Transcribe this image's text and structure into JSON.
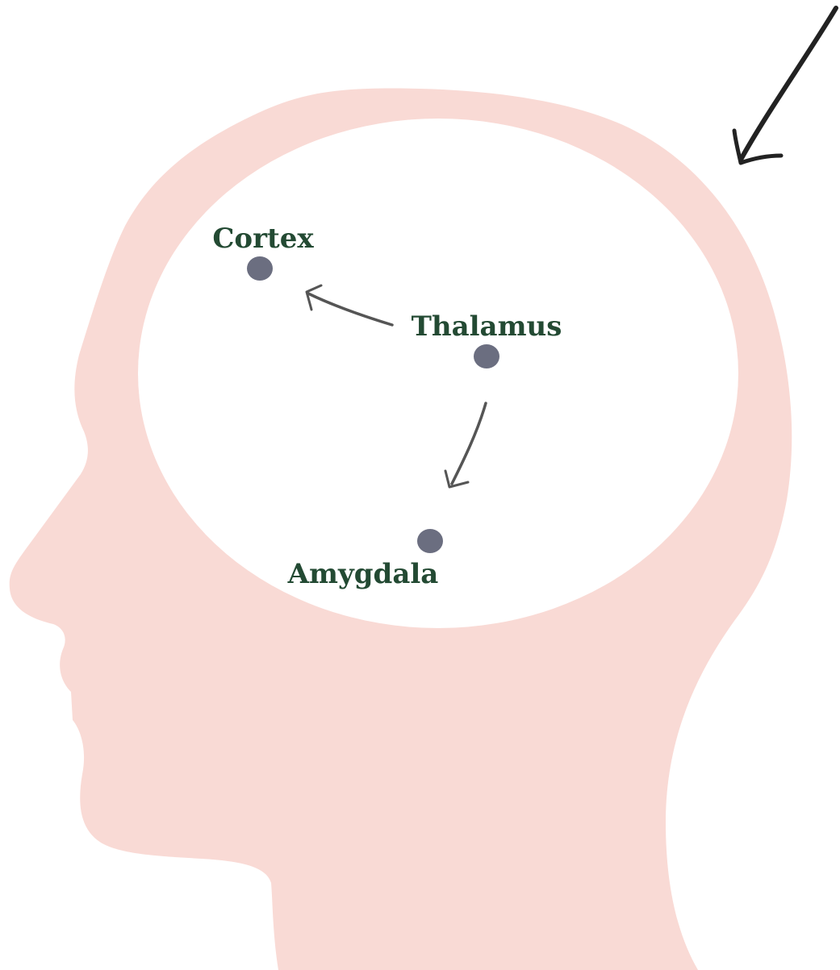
{
  "diagram": {
    "colors": {
      "head": "#f9dad5",
      "brain_area": "#ffffff",
      "dot": "#6b6e80",
      "label": "#234a33",
      "inner_arrow": "#555555",
      "pointer_arrow": "#222222"
    },
    "nodes": [
      {
        "id": "cortex",
        "label": "Cortex"
      },
      {
        "id": "thalamus",
        "label": "Thalamus"
      },
      {
        "id": "amygdala",
        "label": "Amygdala"
      }
    ],
    "edges": [
      {
        "from": "thalamus",
        "to": "cortex"
      },
      {
        "from": "thalamus",
        "to": "amygdala"
      }
    ],
    "pointer_arrow": {
      "direction": "down-left"
    }
  }
}
